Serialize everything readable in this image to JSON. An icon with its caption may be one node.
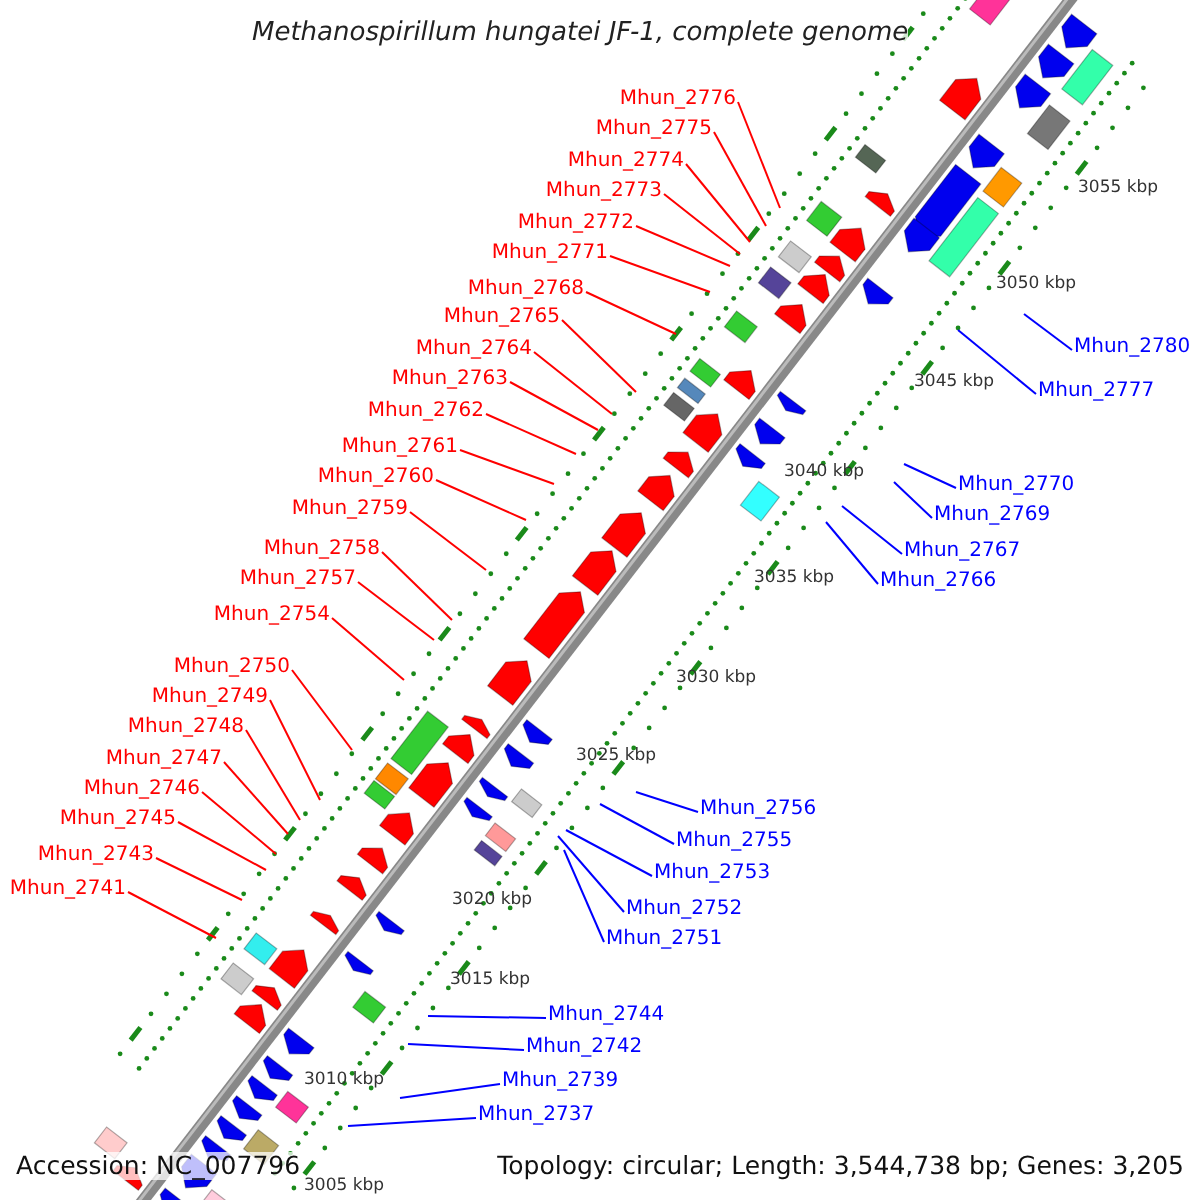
{
  "diagram": {
    "title": "Methanospirillum hungatei JF-1, complete genome",
    "nodes": [
      {
        "text": [
          "Mhun_2776"
        ]
      },
      {
        "text": [
          "Mhun_2775"
        ]
      },
      {
        "text": [
          "Mhun_2774"
        ]
      },
      {
        "text": [
          "Mhun_2773"
        ]
      },
      {
        "text": [
          "Mhun_2772"
        ]
      },
      {
        "text": [
          "Mhun_2771"
        ]
      },
      {
        "text": [
          "Mhun_2768"
        ]
      },
      {
        "text": [
          "Mhun_2765"
        ]
      },
      {
        "text": [
          "Mhun_2780"
        ]
      },
      {
        "text": [
          "Mhun_2764"
        ]
      },
      {
        "text": [
          "Mhun_2763"
        ]
      },
      {
        "text": [
          "Mhun_2777"
        ]
      },
      {
        "text": [
          "Mhun_2762"
        ]
      },
      {
        "text": [
          "Mhun_2761"
        ]
      },
      {
        "text": [
          "Mhun_2760"
        ]
      },
      {
        "text": [
          "Mhun_2770"
        ]
      },
      {
        "text": [
          "Mhun_2759"
        ]
      },
      {
        "text": [
          "Mhun_2769"
        ]
      },
      {
        "text": [
          "Mhun_2758"
        ]
      },
      {
        "text": [
          "Mhun_2767"
        ]
      },
      {
        "text": [
          "Mhun_2757"
        ]
      },
      {
        "text": [
          "Mhun_2766"
        ]
      },
      {
        "text": [
          "Mhun_2754"
        ]
      },
      {
        "text": [
          "Mhun_2750"
        ]
      },
      {
        "text": [
          "Mhun_2749"
        ]
      },
      {
        "text": [
          "Mhun_2748"
        ]
      },
      {
        "text": [
          "Mhun_2747"
        ]
      },
      {
        "text": [
          "Mhun_2746"
        ]
      },
      {
        "text": [
          "Mhun_2756"
        ]
      },
      {
        "text": [
          "Mhun_2745"
        ]
      },
      {
        "text": [
          "Mhun_2755"
        ]
      },
      {
        "text": [
          "Mhun_2743"
        ]
      },
      {
        "text": [
          "Mhun_2753"
        ]
      },
      {
        "text": [
          "Mhun_2741"
        ]
      },
      {
        "text": [
          "Mhun_2752"
        ]
      },
      {
        "text": [
          "Mhun_2751"
        ]
      },
      {
        "text": [
          "Mhun_2744"
        ]
      },
      {
        "text": [
          "Mhun_2742"
        ]
      },
      {
        "text": [
          "Mhun_2739"
        ]
      },
      {
        "text": [
          "Mhun_2737"
        ]
      }
    ],
    "edges": [
      {
        "from": 0,
        "to": null,
        "arrow": "none"
      },
      {
        "from": 1,
        "to": null,
        "arrow": "none"
      },
      {
        "from": 2,
        "to": null,
        "arrow": "none"
      },
      {
        "from": 3,
        "to": null,
        "arrow": "none"
      },
      {
        "from": 4,
        "to": null,
        "arrow": "none"
      },
      {
        "from": 5,
        "to": null,
        "arrow": "none"
      },
      {
        "from": 6,
        "to": null,
        "arrow": "none"
      },
      {
        "from": 7,
        "to": null,
        "arrow": "none"
      },
      {
        "from": 8,
        "to": null,
        "arrow": "none",
        "color": "#0000ff"
      },
      {
        "from": 9,
        "to": null,
        "arrow": "none"
      },
      {
        "from": 10,
        "to": null,
        "arrow": "none"
      },
      {
        "from": 11,
        "to": null,
        "arrow": "none",
        "color": "#0000ff"
      },
      {
        "from": 12,
        "to": null,
        "arrow": "none"
      },
      {
        "from": 13,
        "to": null,
        "arrow": "none"
      },
      {
        "from": 14,
        "to": null,
        "arrow": "none"
      },
      {
        "from": 15,
        "to": null,
        "arrow": "none",
        "color": "#0000ff"
      },
      {
        "from": 16,
        "to": null,
        "arrow": "none"
      },
      {
        "from": 17,
        "to": null,
        "arrow": "none",
        "color": "#0000ff"
      },
      {
        "from": 18,
        "to": null,
        "arrow": "none"
      },
      {
        "from": 19,
        "to": null,
        "arrow": "none",
        "color": "#0000ff"
      },
      {
        "from": 20,
        "to": null,
        "arrow": "none"
      },
      {
        "from": 21,
        "to": null,
        "arrow": "none",
        "color": "#0000ff"
      },
      {
        "from": 22,
        "to": null,
        "arrow": "none"
      },
      {
        "from": 23,
        "to": null,
        "arrow": "none"
      },
      {
        "from": 24,
        "to": null,
        "arrow": "none"
      },
      {
        "from": 25,
        "to": null,
        "arrow": "none"
      },
      {
        "from": 26,
        "to": null,
        "arrow": "none"
      },
      {
        "from": 27,
        "to": null,
        "arrow": "none"
      },
      {
        "from": 28,
        "to": null,
        "arrow": "none",
        "color": "#0000ff"
      },
      {
        "from": 29,
        "to": null,
        "arrow": "none"
      },
      {
        "from": 30,
        "to": null,
        "arrow": "none",
        "color": "#0000ff"
      },
      {
        "from": 31,
        "to": null,
        "arrow": "none"
      },
      {
        "from": 32,
        "to": null,
        "arrow": "none",
        "color": "#0000ff"
      },
      {
        "from": 33,
        "to": null,
        "arrow": "none"
      },
      {
        "from": 34,
        "to": null,
        "arrow": "none",
        "color": "#0000ff"
      },
      {
        "from": 35,
        "to": null,
        "arrow": "none",
        "color": "#0000ff"
      },
      {
        "from": 36,
        "to": null,
        "arrow": "none",
        "color": "#0000ff"
      },
      {
        "from": 37,
        "to": null,
        "arrow": "none",
        "color": "#0000ff"
      },
      {
        "from": 38,
        "to": null,
        "arrow": "none",
        "color": "#0000ff"
      },
      {
        "from": 39,
        "to": null,
        "arrow": "none",
        "color": "#0000ff"
      }
    ],
    "labels": [
      "3055 kbp",
      "3050 kbp",
      "3045 kbp",
      "3040 kbp",
      "3035 kbp",
      "3030 kbp",
      "3025 kbp",
      "3020 kbp",
      "3015 kbp",
      "3010 kbp",
      "3005 kbp",
      "Accession: NC_007796",
      "Topology: circular; Length: 3,544,738 bp; Genes: 3,205"
    ]
  }
}
